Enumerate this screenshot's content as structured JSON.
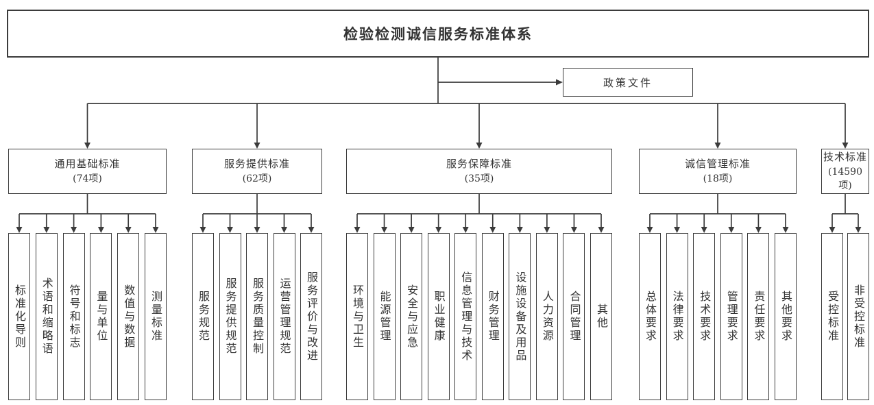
{
  "page": {
    "background": "#ffffff",
    "line_color": "#3b3b3b",
    "text_color": "#333333"
  },
  "diagram": {
    "title": "检验检测诚信服务标准体系",
    "policy_label": "政策文件",
    "groups": [
      {
        "label": "通用基础标准",
        "count": "(74项)",
        "children": [
          "标准化导则",
          "术语和缩略语",
          "符号和标志",
          "量与单位",
          "数值与数据",
          "测量标准"
        ]
      },
      {
        "label": "服务提供标准",
        "count": "(62项)",
        "children": [
          "服务规范",
          "服务提供规范",
          "服务质量控制",
          "运营管理规范",
          "服务评价与改进"
        ]
      },
      {
        "label": "服务保障标准",
        "count": "(35项)",
        "children": [
          "环境与卫生",
          "能源管理",
          "安全与应急",
          "职业健康",
          "信息管理与技术",
          "财务管理",
          "设施设备及用品",
          "人力资源",
          "合同管理",
          "其他"
        ]
      },
      {
        "label": "诚信管理标准",
        "count": "(18项)",
        "children": [
          "总体要求",
          "法律要求",
          "技术要求",
          "管理要求",
          "责任要求",
          "其他要求"
        ]
      },
      {
        "label": "技术标准",
        "count": "(14590项)",
        "children": [
          "受控标准",
          "非受控标准"
        ]
      }
    ]
  }
}
